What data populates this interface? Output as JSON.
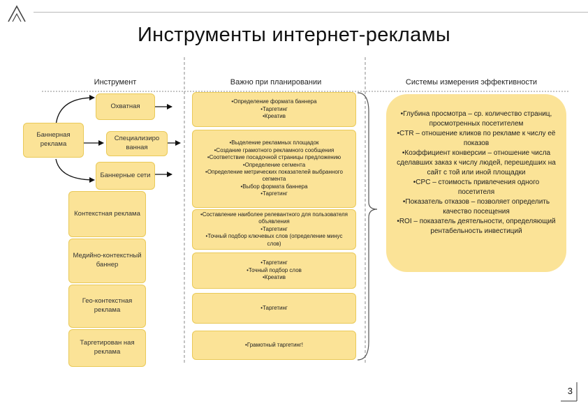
{
  "title": "Инструменты интернет-рекламы",
  "columns": {
    "tool": "Инструмент",
    "planning": "Важно при планировании",
    "systems": "Системы измерения эффективности"
  },
  "tools": {
    "banner": "Баннерная реклама",
    "reach": "Охватная",
    "specialized": "Специализиро ванная",
    "banner_networks": "Баннерные сети",
    "contextual": "Контекстная реклама",
    "media_context": "Медийно-контекстный баннер",
    "geo_context": "Гео-контекстная реклама",
    "targeted": "Таргетирован ная реклама"
  },
  "planning": {
    "p1": [
      "•Определение формата баннера",
      "•Таргетинг",
      "•Креатив"
    ],
    "p2": [
      "•Выделение рекламных площадок",
      "•Создание грамотного рекламного сообщения",
      "•Соответствие посадочной страницы предложению",
      "•Определение сегмента",
      "•Определение метрических показателей выбранного сегмента",
      "•Выбор формата баннера",
      "•Таргетинг"
    ],
    "p3": [
      "•Составление наиболее релевантного для пользователя объявления",
      "•Таргетинг",
      "•Точный подбор ключевых слов (определение минус слов)"
    ],
    "p4": [
      "•Таргетинг",
      "•Точный подбор слов",
      "•Креатив"
    ],
    "p5": [
      "•Таргетинг"
    ],
    "p6": [
      "•Грамотный таргетинг!"
    ]
  },
  "metrics": [
    "•Глубина просмотра – ср. количество страниц, просмотренных посетителем",
    "•CTR – отношение кликов по рекламе к числу её показов",
    "•Коэффициент конверсии – отношение числа сделавших заказ к числу людей, перешедших на сайт с той или иной площадки",
    "•CPC – стоимость привлечения одного посетителя",
    "•Показатель отказов – позволяет определить качество посещения",
    "•ROI – показатель деятельности, определяющий рентабельность инвестиций"
  ],
  "page_number": "3",
  "colors": {
    "box_fill": "#fbe397",
    "box_border": "#e9c958",
    "dash": "#8a8a8a"
  }
}
